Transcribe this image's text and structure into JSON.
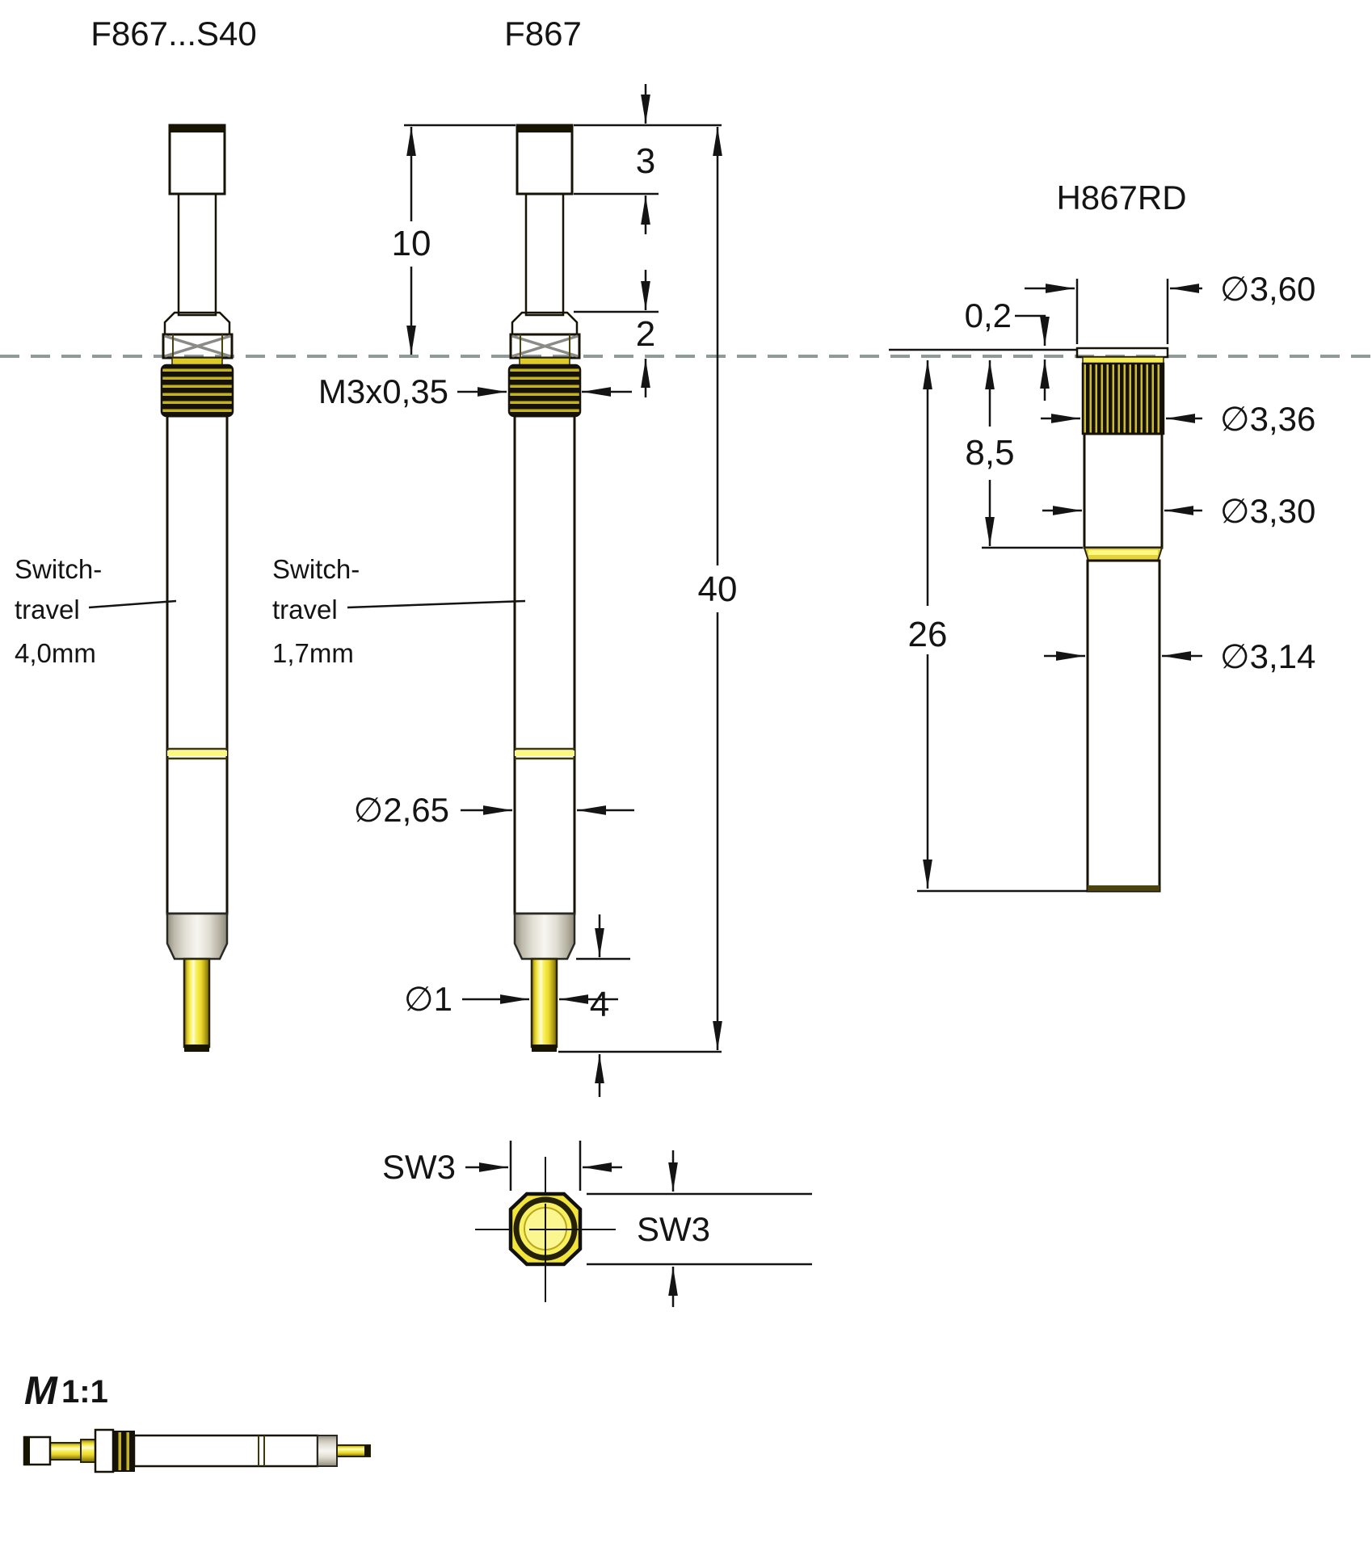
{
  "page": {
    "type": "technical-drawing",
    "product_family": "spring contact probe"
  },
  "titles": {
    "probe_s40": "F867...S40",
    "probe_f867": "F867",
    "receptacle": "H867RD"
  },
  "scale_note": {
    "m": "M",
    "ratio": "1:1"
  },
  "probe_s40": {
    "switch_travel_line1": "Switch-",
    "switch_travel_line2": "travel",
    "switch_travel_line3": "4,0mm"
  },
  "probe_f867": {
    "switch_travel_line1": "Switch-",
    "switch_travel_line2": "travel",
    "switch_travel_line3": "1,7mm"
  },
  "dims": {
    "head_length": "3",
    "upper_length": "10",
    "above_plane": "2",
    "total_length": "40",
    "thread_spec": "M3x0,35",
    "barrel_diameter": "∅2,65",
    "tip_diameter": "∅1",
    "tip_length": "4",
    "hex_width": "SW3",
    "hex_height": "SW3"
  },
  "receptacle_dims": {
    "collar_height": "0,2",
    "collar_diameter": "∅3,60",
    "knurl_diameter": "∅3,36",
    "knurl_length": "8,5",
    "shank_diameter": "∅3,30",
    "total_length": "26",
    "body_diameter": "∅3,14"
  },
  "colors": {
    "brass_bright": "#f6e93c",
    "brass_highlight": "#fffbd6",
    "brass_shadow": "#8a7a10",
    "steel_silver": "#e9e6dc",
    "thread_dark": "#1a1604",
    "line_black": "#141414",
    "centerline_gray": "#8f9b99"
  }
}
